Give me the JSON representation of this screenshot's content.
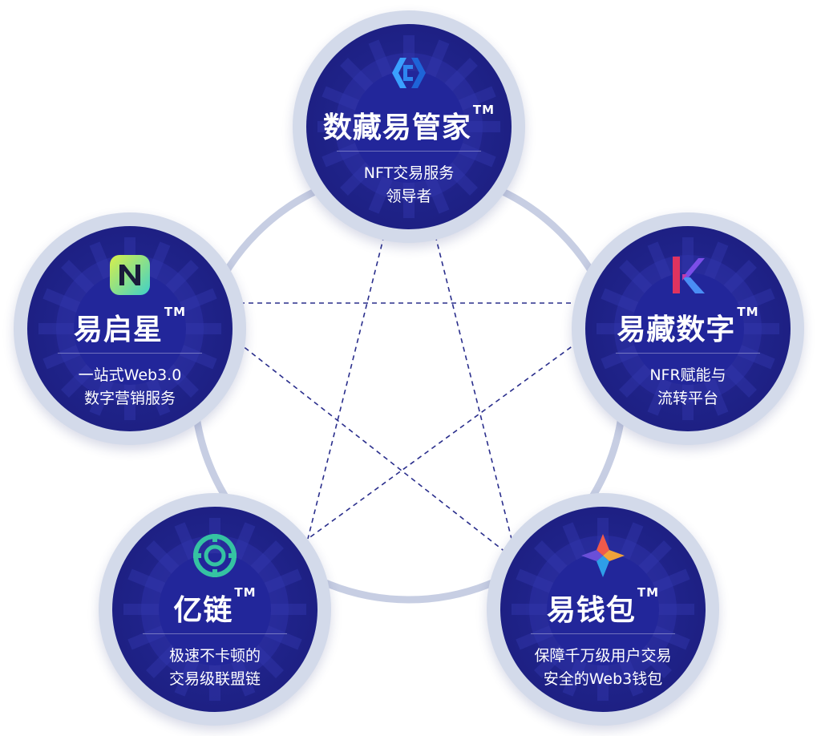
{
  "nodes": [
    {
      "id": "top",
      "title": "数藏易管家",
      "tm": "TM",
      "desc": [
        "NFT交易服务",
        "领导者"
      ],
      "icon": "e-bracket-logo-icon",
      "accent": "#2b7de9"
    },
    {
      "id": "right",
      "title": "易藏数字",
      "tm": "TM",
      "desc": [
        "NFR赋能与",
        "流转平台"
      ],
      "icon": "k-mark-logo-icon",
      "accent": "#e0335f"
    },
    {
      "id": "bottom-right",
      "title": "易钱包",
      "tm": "TM",
      "desc": [
        "保障千万级用户交易",
        "安全的Web3钱包"
      ],
      "icon": "compass-star-logo-icon",
      "accent": "#f07a34"
    },
    {
      "id": "bottom-left",
      "title": "亿链",
      "tm": "TM",
      "desc": [
        "极速不卡顿的",
        "交易级联盟链"
      ],
      "icon": "chain-ring-logo-icon",
      "accent": "#35c3a2"
    },
    {
      "id": "left",
      "title": "易启星",
      "tm": "TM",
      "desc": [
        "一站式Web3.0",
        "数字营销服务"
      ],
      "icon": "n-badge-logo-icon",
      "accent": "#b9e84a"
    }
  ],
  "colors": {
    "ring": "#d3daea",
    "disc": "#1f2288",
    "connector": "#2a2e8c",
    "outer_circle": "#c7cee3"
  }
}
